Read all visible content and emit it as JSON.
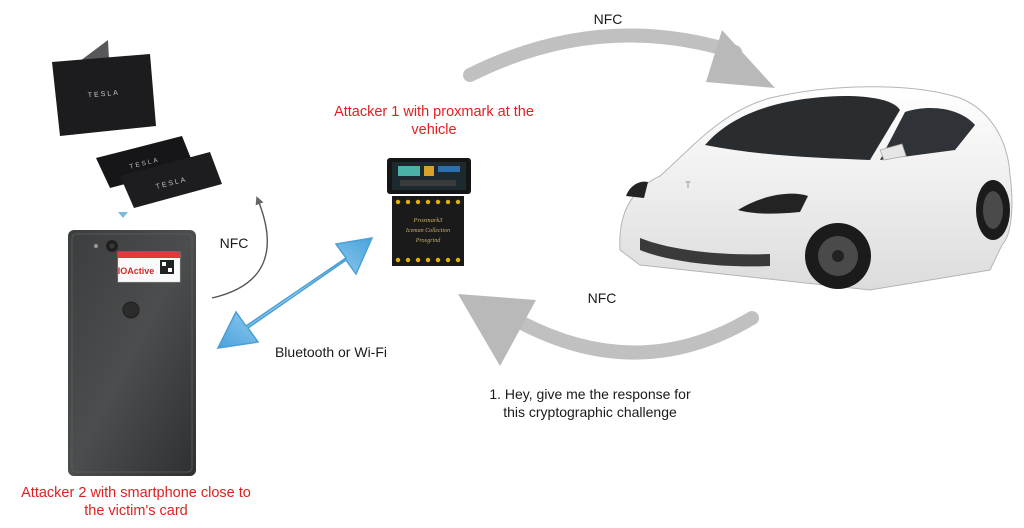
{
  "labels": {
    "nfc_top": "NFC",
    "nfc_left": "NFC",
    "nfc_right": "NFC",
    "bluetooth": "Bluetooth or Wi-Fi",
    "attacker1_line1": "Attacker 1 with proxmark at the",
    "attacker1_line2": "vehicle",
    "attacker2_line1": "Attacker 2 with smartphone close to",
    "attacker2_line2": "the victim's card",
    "challenge_line1": "1. Hey, give me the response for",
    "challenge_line2": "this cryptographic challenge"
  },
  "card_texts": {
    "wallet": "TESLA",
    "card1": "TESLA",
    "card2": "TESLA",
    "phone_sticker": "IOActive"
  },
  "device_text": {
    "line1": "Proxmark3",
    "line2": "Iceman Collection",
    "line3": "Proxgrind"
  },
  "colors": {
    "red_label": "#e02020",
    "arrow_gray": "#b9b9b9",
    "arrow_blue": "#6ab7e6",
    "car_body": "#f3f3f3"
  }
}
